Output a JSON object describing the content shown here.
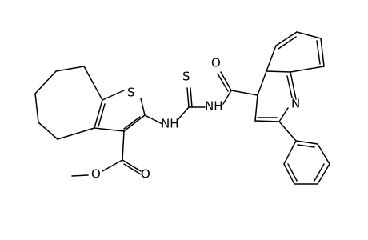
{
  "atoms": {
    "s_thiophene": "S",
    "s_thio": "S",
    "nh_left": "NH",
    "nh_right": "NH",
    "o_amide": "O",
    "n_quinoline": "N",
    "o_ester_single": "O",
    "o_ester_double": "O"
  }
}
